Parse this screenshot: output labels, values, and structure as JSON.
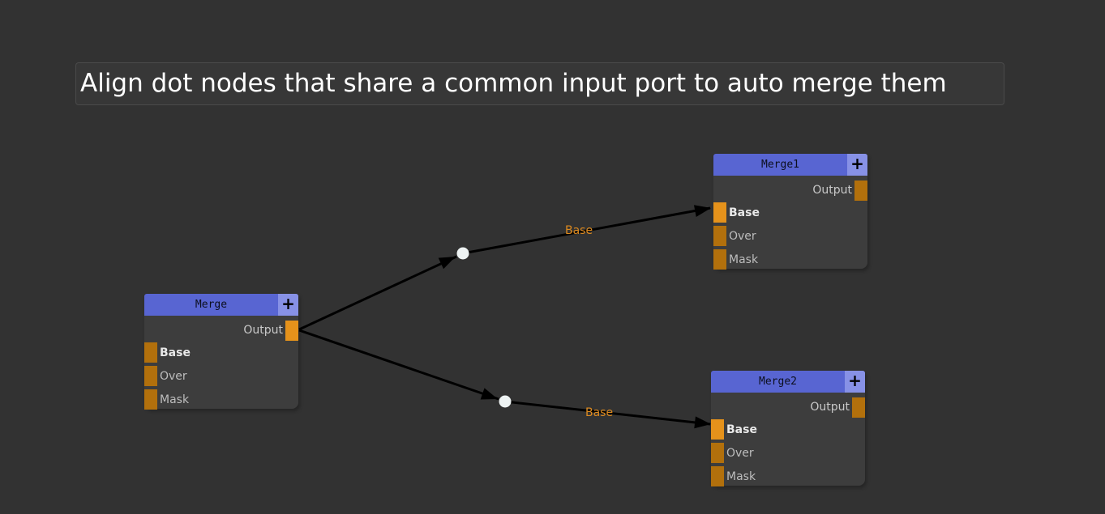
{
  "title_banner": {
    "text": "Align dot nodes that share a common input port to auto merge them"
  },
  "ui": {
    "plus": "+"
  },
  "colors": {
    "background": "#323232",
    "node_body": "#3d3d3d",
    "node_header": "#5865d2",
    "plus_button_bg": "#8791e6",
    "port_connected": "#e5921b",
    "port_idle": "#b2700c",
    "connection_line": "#000000",
    "connection_label": "#dd8a1f",
    "dot_node": "#eef3f3"
  },
  "nodes": [
    {
      "title": "Merge",
      "output": {
        "label": "Output",
        "state": "connected"
      },
      "inputs": [
        {
          "label": "Base",
          "state": "idle"
        },
        {
          "label": "Over",
          "state": "idle"
        },
        {
          "label": "Mask",
          "state": "idle"
        }
      ]
    },
    {
      "title": "Merge1",
      "output": {
        "label": "Output",
        "state": "idle"
      },
      "inputs": [
        {
          "label": "Base",
          "state": "connected"
        },
        {
          "label": "Over",
          "state": "idle"
        },
        {
          "label": "Mask",
          "state": "idle"
        }
      ]
    },
    {
      "title": "Merge2",
      "output": {
        "label": "Output",
        "state": "idle"
      },
      "inputs": [
        {
          "label": "Base",
          "state": "connected"
        },
        {
          "label": "Over",
          "state": "idle"
        },
        {
          "label": "Mask",
          "state": "idle"
        }
      ]
    }
  ],
  "connections": [
    {
      "label": "Base"
    },
    {
      "label": "Base"
    }
  ]
}
